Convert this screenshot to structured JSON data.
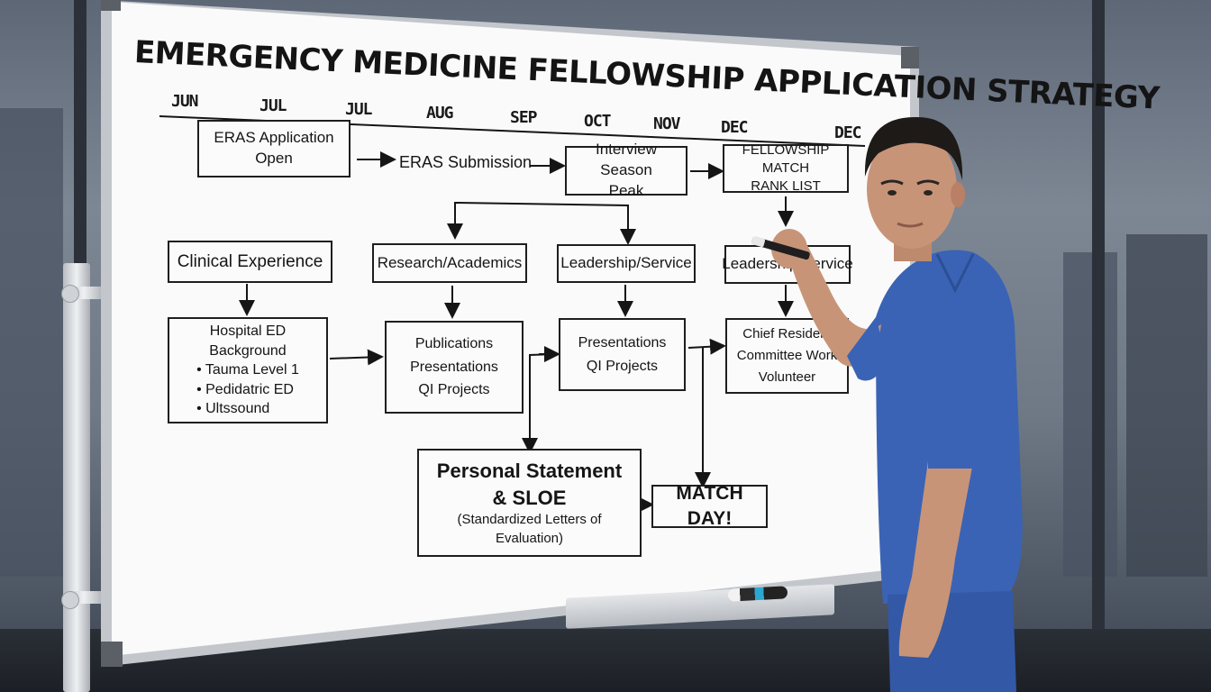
{
  "title": "EMERGENCY MEDICINE FELLOWSHIP APPLICATION STRATEGY",
  "timeline": {
    "months": [
      "JUN",
      "JUL",
      "JUL",
      "AUG",
      "SEP",
      "OCT",
      "NOV",
      "DEC",
      "DEC"
    ]
  },
  "top_row": {
    "eras_open": [
      "ERAS Application",
      "Open"
    ],
    "eras_submission": "ERAS Submission",
    "interview_peak": [
      "Interview Season",
      "Peak"
    ],
    "rank_list": [
      "FELLOWSHIP MATCH",
      "RANK LIST"
    ]
  },
  "categories": {
    "clinical": "Clinical Experience",
    "research": "Research/Academics",
    "leadership": "Leadership/Service",
    "leadership2": "Leadership/Service"
  },
  "details": {
    "clinical": {
      "heading": "Hospital ED Background",
      "bullets": [
        "Tauma Level 1",
        "Pedidatric ED",
        "Ultssound"
      ]
    },
    "research": [
      "Publications",
      "Presentations",
      "QI Projects"
    ],
    "leadership": [
      "Presentations",
      "QI Projects"
    ],
    "leadership2": [
      "Chief Resident",
      "Committee Work",
      "Volunteer"
    ]
  },
  "bottom": {
    "statement": [
      "Personal Statement",
      "& SLOE",
      "(Standardized Letters of Evaluation)"
    ],
    "match_day": "MATCH DAY!"
  },
  "colors": {
    "ink": "#151515",
    "scrubs": "#3a63b5",
    "board_white": "#fbfbfb"
  }
}
